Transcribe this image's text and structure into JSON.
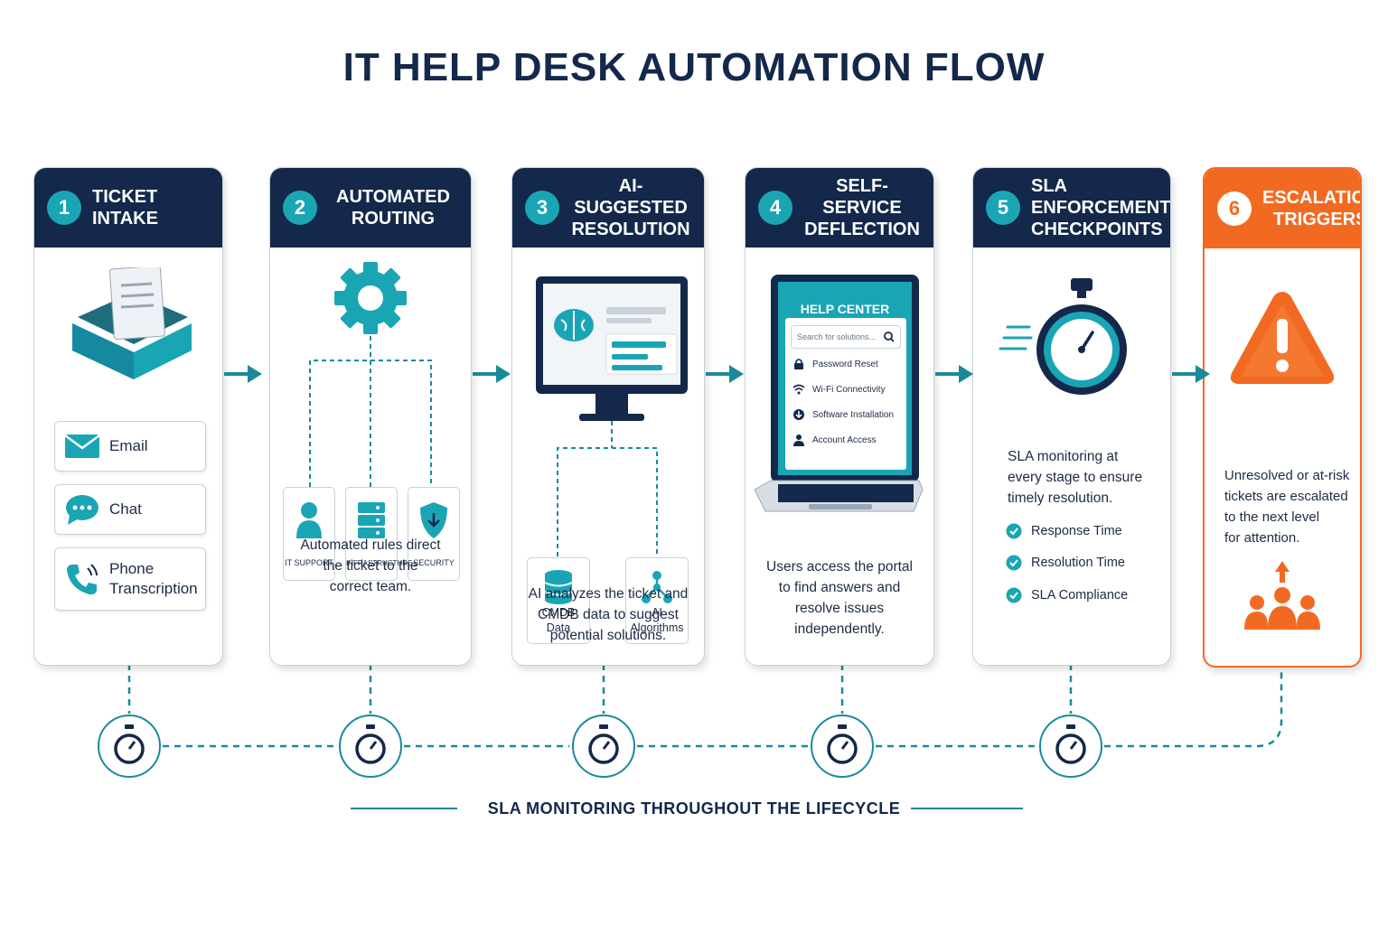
{
  "title": "IT HELP DESK AUTOMATION FLOW",
  "colors": {
    "navy": "#13284a",
    "teal": "#1aa5b5",
    "orange": "#f26a21"
  },
  "steps": [
    {
      "number": "1",
      "title": "TICKET INTAKE",
      "channels": [
        {
          "label": "Email",
          "icon": "envelope-icon"
        },
        {
          "label": "Chat",
          "icon": "chat-bubble-icon"
        },
        {
          "label": "Phone\nTranscription",
          "icon": "phone-icon"
        }
      ]
    },
    {
      "number": "2",
      "title": "AUTOMATED\nROUTING",
      "teams": [
        "IT SUPPORT",
        "INFRASTRUCTURE",
        "SECURITY"
      ],
      "description": "Automated rules direct\nthe ticket to the\ncorrect team."
    },
    {
      "number": "3",
      "title": "AI-SUGGESTED\nRESOLUTION",
      "sources": [
        "CMDB\nData",
        "AI\nAlgorithms"
      ],
      "description": "AI analyzes the ticket and\nCMDB data to suggest\npotential solutions."
    },
    {
      "number": "4",
      "title": "SELF-SERVICE\nDEFLECTION",
      "portal": {
        "heading": "HELP CENTER",
        "search_placeholder": "Search for solutions...",
        "items": [
          "Password Reset",
          "Wi-Fi Connectivity",
          "Software Installation",
          "Account Access"
        ]
      },
      "description": "Users access the portal\nto find answers and\nresolve issues\nindependently."
    },
    {
      "number": "5",
      "title": "SLA ENFORCEMENT\nCHECKPOINTS",
      "description": "SLA monitoring at\nevery stage to ensure\ntimely resolution.",
      "checks": [
        "Response Time",
        "Resolution Time",
        "SLA Compliance"
      ]
    },
    {
      "number": "6",
      "title": "ESCALATION\nTRIGGERS",
      "description": "Unresolved or at-risk\ntickets are escalated\nto the next level\nfor attention."
    }
  ],
  "footer": "SLA MONITORING THROUGHOUT THE LIFECYCLE"
}
